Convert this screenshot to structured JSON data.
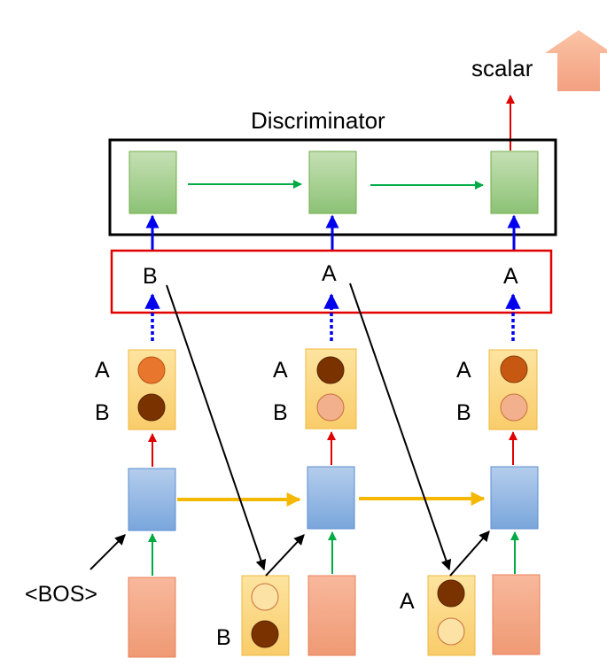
{
  "output": {
    "label": "scalar"
  },
  "discriminator": {
    "title": "Discriminator"
  },
  "sampled_tokens": [
    "B",
    "A",
    "A"
  ],
  "distribution_labels": {
    "option_a": "A",
    "option_b": "B"
  },
  "inputs": {
    "start_token": "<BOS>",
    "feed_token_1": "B",
    "feed_token_2": "A"
  },
  "colors": {
    "discriminator_cell": "#9fcb8c",
    "rnn_cell": "#8fb4e0",
    "input_embedding": "#f4a584",
    "distribution_box": "#fcd88a",
    "arrow_red": "#e00000",
    "arrow_blue": "#0000ee",
    "arrow_green": "#00aa44",
    "arrow_yellow": "#f5b800",
    "frame_red": "#e00000",
    "circle_dark": "#7a3300",
    "circle_orange": "#e8762c",
    "circle_light": "#f2b08c",
    "circle_pale": "#fde2a6"
  }
}
